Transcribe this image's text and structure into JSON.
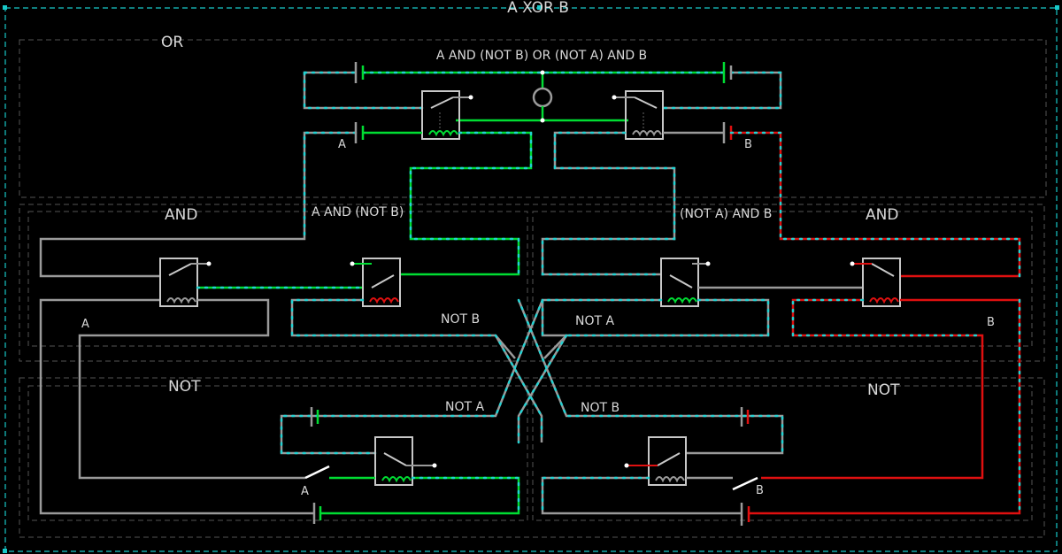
{
  "title": "A XOR B",
  "sections": {
    "or": "OR",
    "and_left": "AND",
    "and_right": "AND",
    "not_left": "NOT",
    "not_right": "NOT"
  },
  "labels": {
    "or_expr": "A AND (NOT B) OR (NOT A) AND B",
    "and_left_expr": "A AND (NOT B)",
    "and_right_expr": "(NOT A) AND B",
    "not_b_mid": "NOT B",
    "not_a_mid": "NOT A",
    "not_a_low": "NOT A",
    "not_b_low": "NOT B",
    "input_a_top": "A",
    "input_b_top": "B",
    "input_a_and": "A",
    "input_b_and": "B",
    "switch_a": "A",
    "switch_b": "B"
  },
  "state": {
    "A": "off",
    "B": "on",
    "output": "on"
  },
  "colors": {
    "background": "#000000",
    "frame": "#18c9c9",
    "wire_off": "#9a9a9a",
    "wire_on_green": "#00dd33",
    "wire_on_red": "#e01010",
    "current_flow": "#22d3d3",
    "relay": "#c8c8c8"
  },
  "icons": [
    "relay-icon",
    "battery-icon",
    "switch-icon",
    "lamp-icon"
  ]
}
